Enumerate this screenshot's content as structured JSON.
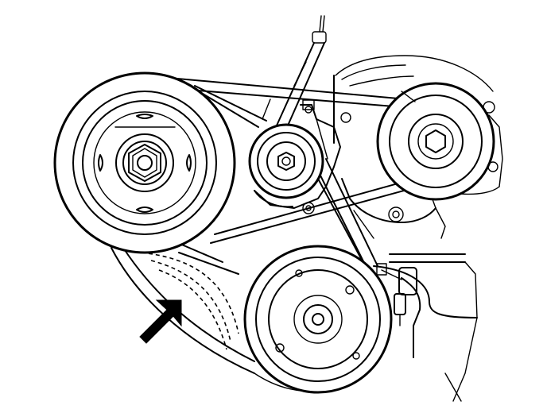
{
  "diagram": {
    "components": [
      {
        "name": "crankshaft-pulley",
        "icon": "large-pulley"
      },
      {
        "name": "belt-tensioner",
        "icon": "tensioner-pulley"
      },
      {
        "name": "power-steering-pump-pulley",
        "icon": "pulley"
      },
      {
        "name": "ac-compressor-pulley",
        "icon": "pulley"
      },
      {
        "name": "drive-belt",
        "icon": "belt"
      },
      {
        "name": "indicator-arrow",
        "icon": "arrow"
      }
    ],
    "colors": {
      "line": "#000000",
      "background": "#ffffff"
    }
  }
}
